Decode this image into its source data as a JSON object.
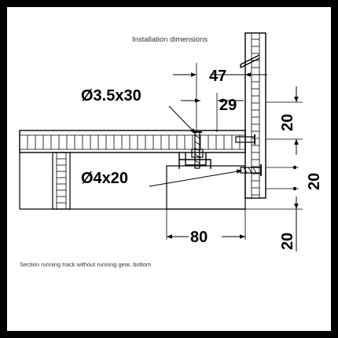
{
  "title": "Installation dimensions",
  "footnote": "Section running track without running gear, bottom",
  "screw_labels": {
    "top": "Ø3.5x30",
    "bottom": "Ø4x20"
  },
  "dimensions": {
    "d47": "47",
    "d29": "29",
    "d20_upper": "20",
    "d20_middle": "20",
    "d20_lower": "20",
    "d80": "80"
  },
  "colors": {
    "frame": "#000000",
    "line": "#000000",
    "text": "#333333"
  }
}
